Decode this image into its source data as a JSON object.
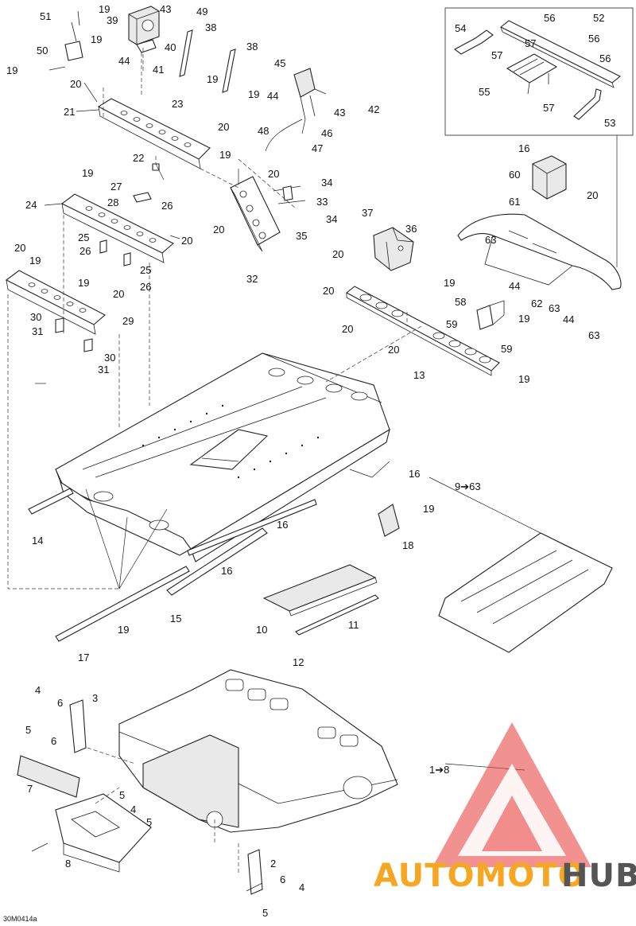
{
  "document_code": "30M0414a",
  "inset_ranges": {
    "range_a": "9➔63",
    "range_b": "1➔8"
  },
  "watermark": {
    "text_part1": "AUTOMOTO",
    "text_part2": "HUB",
    "color_part1": "#f5a623",
    "color_part2": "#555555",
    "triangle_color": "#e53935"
  },
  "callouts": [
    {
      "id": "c51",
      "label": "51"
    },
    {
      "id": "c19a",
      "label": "19"
    },
    {
      "id": "c43a",
      "label": "43"
    },
    {
      "id": "c49",
      "label": "49"
    },
    {
      "id": "c39",
      "label": "39"
    },
    {
      "id": "c50",
      "label": "50"
    },
    {
      "id": "c19b",
      "label": "19"
    },
    {
      "id": "c40",
      "label": "40"
    },
    {
      "id": "c38a",
      "label": "38"
    },
    {
      "id": "c44a",
      "label": "44"
    },
    {
      "id": "c41",
      "label": "41"
    },
    {
      "id": "c19c",
      "label": "19"
    },
    {
      "id": "c38b",
      "label": "38"
    },
    {
      "id": "c19d",
      "label": "19"
    },
    {
      "id": "c45",
      "label": "45"
    },
    {
      "id": "c20a",
      "label": "20"
    },
    {
      "id": "c19e",
      "label": "19"
    },
    {
      "id": "c21",
      "label": "21"
    },
    {
      "id": "c23",
      "label": "23"
    },
    {
      "id": "c44b",
      "label": "44"
    },
    {
      "id": "c43b",
      "label": "43"
    },
    {
      "id": "c42",
      "label": "42"
    },
    {
      "id": "c48",
      "label": "48"
    },
    {
      "id": "c46",
      "label": "46"
    },
    {
      "id": "c47",
      "label": "47"
    },
    {
      "id": "c20b",
      "label": "20"
    },
    {
      "id": "c22",
      "label": "22"
    },
    {
      "id": "c19f",
      "label": "19"
    },
    {
      "id": "c20c",
      "label": "20"
    },
    {
      "id": "c19g",
      "label": "19"
    },
    {
      "id": "c27",
      "label": "27"
    },
    {
      "id": "c26a",
      "label": "26"
    },
    {
      "id": "c34a",
      "label": "34"
    },
    {
      "id": "c33",
      "label": "33"
    },
    {
      "id": "c34b",
      "label": "34"
    },
    {
      "id": "c24",
      "label": "24"
    },
    {
      "id": "c28",
      "label": "28"
    },
    {
      "id": "c20d",
      "label": "20"
    },
    {
      "id": "c35",
      "label": "35"
    },
    {
      "id": "c20e",
      "label": "20"
    },
    {
      "id": "c25a",
      "label": "25"
    },
    {
      "id": "c26b",
      "label": "26"
    },
    {
      "id": "c25b",
      "label": "25"
    },
    {
      "id": "c26c",
      "label": "26"
    },
    {
      "id": "c32",
      "label": "32"
    },
    {
      "id": "c20f",
      "label": "20"
    },
    {
      "id": "c19h",
      "label": "19"
    },
    {
      "id": "c19i",
      "label": "19"
    },
    {
      "id": "c20g",
      "label": "20"
    },
    {
      "id": "c30a",
      "label": "30"
    },
    {
      "id": "c29",
      "label": "29"
    },
    {
      "id": "c31a",
      "label": "31"
    },
    {
      "id": "c30b",
      "label": "30"
    },
    {
      "id": "c31b",
      "label": "31"
    },
    {
      "id": "c37",
      "label": "37"
    },
    {
      "id": "c36",
      "label": "36"
    },
    {
      "id": "c20h",
      "label": "20"
    },
    {
      "id": "c20i",
      "label": "20"
    },
    {
      "id": "c19j",
      "label": "19"
    },
    {
      "id": "c58",
      "label": "58"
    },
    {
      "id": "c19k",
      "label": "19"
    },
    {
      "id": "c59a",
      "label": "59"
    },
    {
      "id": "c20j",
      "label": "20"
    },
    {
      "id": "c59b",
      "label": "59"
    },
    {
      "id": "c20k",
      "label": "20"
    },
    {
      "id": "c13",
      "label": "13"
    },
    {
      "id": "c19l",
      "label": "19"
    },
    {
      "id": "c54",
      "label": "54"
    },
    {
      "id": "c56a",
      "label": "56"
    },
    {
      "id": "c52",
      "label": "52"
    },
    {
      "id": "c57a",
      "label": "57"
    },
    {
      "id": "c56b",
      "label": "56"
    },
    {
      "id": "c57b",
      "label": "57"
    },
    {
      "id": "c56c",
      "label": "56"
    },
    {
      "id": "c55",
      "label": "55"
    },
    {
      "id": "c57c",
      "label": "57"
    },
    {
      "id": "c53",
      "label": "53"
    },
    {
      "id": "c16a",
      "label": "16"
    },
    {
      "id": "c60",
      "label": "60"
    },
    {
      "id": "c20l",
      "label": "20"
    },
    {
      "id": "c61",
      "label": "61"
    },
    {
      "id": "c63a",
      "label": "63"
    },
    {
      "id": "c44c",
      "label": "44"
    },
    {
      "id": "c62",
      "label": "62"
    },
    {
      "id": "c63b",
      "label": "63"
    },
    {
      "id": "c44d",
      "label": "44"
    },
    {
      "id": "c63c",
      "label": "63"
    },
    {
      "id": "c16b",
      "label": "16"
    },
    {
      "id": "c19m",
      "label": "19"
    },
    {
      "id": "c14",
      "label": "14"
    },
    {
      "id": "c16c",
      "label": "16"
    },
    {
      "id": "c18",
      "label": "18"
    },
    {
      "id": "c16d",
      "label": "16"
    },
    {
      "id": "c15",
      "label": "15"
    },
    {
      "id": "c19n",
      "label": "19"
    },
    {
      "id": "c10",
      "label": "10"
    },
    {
      "id": "c11",
      "label": "11"
    },
    {
      "id": "c17",
      "label": "17"
    },
    {
      "id": "c12",
      "label": "12"
    },
    {
      "id": "c4a",
      "label": "4"
    },
    {
      "id": "c3",
      "label": "3"
    },
    {
      "id": "c6a",
      "label": "6"
    },
    {
      "id": "c5a",
      "label": "5"
    },
    {
      "id": "c6b",
      "label": "6"
    },
    {
      "id": "c7",
      "label": "7"
    },
    {
      "id": "c5b",
      "label": "5"
    },
    {
      "id": "c4b",
      "label": "4"
    },
    {
      "id": "c5c",
      "label": "5"
    },
    {
      "id": "c8",
      "label": "8"
    },
    {
      "id": "c2",
      "label": "2"
    },
    {
      "id": "c6c",
      "label": "6"
    },
    {
      "id": "c4c",
      "label": "4"
    },
    {
      "id": "c5d",
      "label": "5"
    }
  ]
}
